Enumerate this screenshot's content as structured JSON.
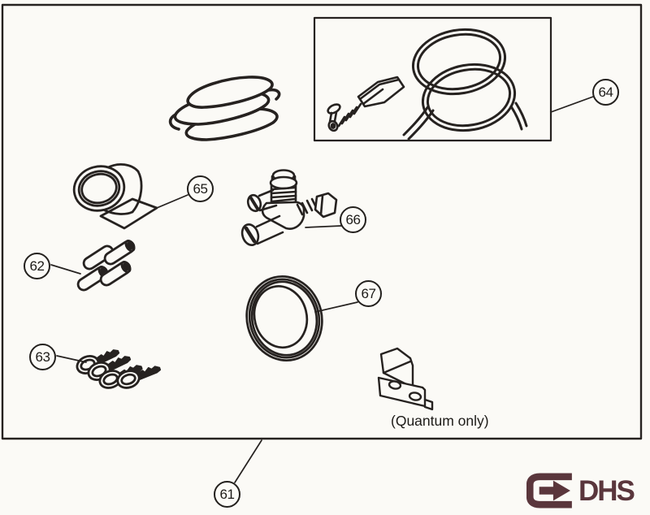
{
  "diagram": {
    "callouts": [
      {
        "number": "61",
        "part": "installation-kit-frame"
      },
      {
        "number": "62",
        "part": "spacer-tubes"
      },
      {
        "number": "63",
        "part": "keys"
      },
      {
        "number": "64",
        "part": "tubing-coil-with-fitting"
      },
      {
        "number": "65",
        "part": "tape-roll"
      },
      {
        "number": "66",
        "part": "service-valve"
      },
      {
        "number": "67",
        "part": "trim-ring"
      }
    ],
    "note_quantum": "(Quantum only)"
  },
  "logo": {
    "text": "DHS",
    "color": "#5a363c",
    "icon": "arrow-badge-icon"
  },
  "colors": {
    "line": "#262220",
    "background": "#fbfaf6"
  }
}
